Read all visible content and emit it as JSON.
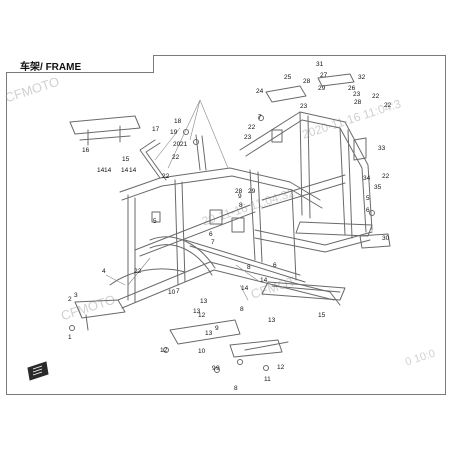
{
  "title": {
    "zh": "车架",
    "sep": "/ ",
    "en": "FRAME"
  },
  "watermarks": [
    "CFMOTO",
    "2020-11-16 11:04:3",
    "20-11-16 11:04:32",
    "CFMOTO",
    "CFMOT",
    "0 10:0"
  ],
  "callouts": [
    "1",
    "2",
    "3",
    "4",
    "5",
    "6",
    "7",
    "8",
    "9",
    "10",
    "11",
    "12",
    "13",
    "14",
    "15",
    "16",
    "17",
    "18",
    "19",
    "20",
    "21",
    "22",
    "23",
    "24",
    "25",
    "26",
    "27",
    "28",
    "29",
    "30",
    "31",
    "32",
    "33",
    "34",
    "35"
  ],
  "colors": {
    "line": "#555555",
    "frame": "#6a6a6a",
    "text": "#111111",
    "border": "#7a7a7a"
  },
  "icons": {
    "fwd_arrow": "front-direction-arrow-icon"
  }
}
